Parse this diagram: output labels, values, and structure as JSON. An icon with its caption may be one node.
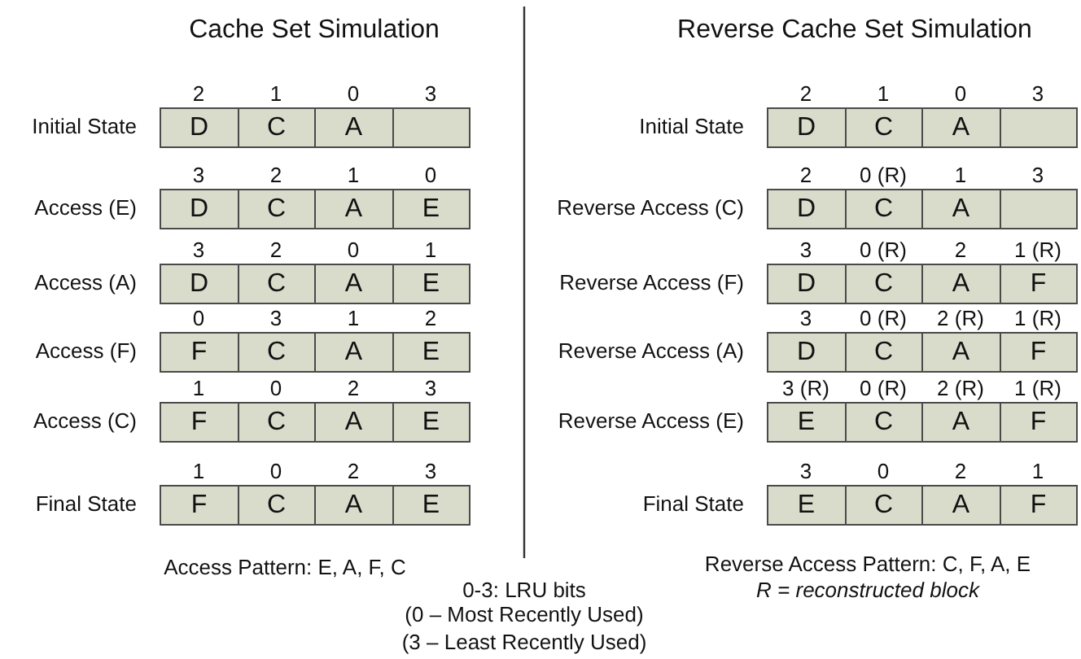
{
  "diagram": {
    "nodes": [
      {
        "text": [
          "D"
        ],
        "beside": [
          "2"
        ]
      },
      {
        "text": [
          "C"
        ],
        "beside": [
          "1"
        ]
      },
      {
        "text": [
          "A"
        ],
        "beside": [
          "0"
        ]
      },
      {
        "text": [],
        "shape": "box",
        "beside": [
          "3"
        ]
      },
      {
        "text": [
          "D"
        ],
        "beside": [
          "2"
        ]
      },
      {
        "text": [
          "C"
        ],
        "beside": [
          "1"
        ]
      },
      {
        "text": [
          "A"
        ],
        "beside": [
          "0"
        ]
      },
      {
        "text": [],
        "shape": "box",
        "beside": [
          "3"
        ]
      },
      {
        "text": [
          "D"
        ],
        "beside": [
          "3"
        ]
      },
      {
        "text": [
          "C"
        ],
        "beside": [
          "2"
        ]
      },
      {
        "text": [
          "A"
        ],
        "beside": [
          "1"
        ]
      },
      {
        "text": [
          "E"
        ],
        "beside": [
          "0"
        ]
      },
      {
        "text": [
          "D"
        ],
        "beside": [
          "2"
        ]
      },
      {
        "text": [
          "C"
        ],
        "beside": [
          "0 (R)"
        ]
      },
      {
        "text": [
          "A"
        ],
        "beside": [
          "1"
        ]
      },
      {
        "text": [],
        "shape": "box",
        "beside": [
          "3"
        ]
      },
      {
        "text": [
          "D"
        ],
        "beside": [
          "3"
        ]
      },
      {
        "text": [
          "C"
        ],
        "beside": [
          "2"
        ]
      },
      {
        "text": [
          "A"
        ],
        "beside": [
          "0"
        ]
      },
      {
        "text": [
          "E"
        ],
        "beside": [
          "1"
        ]
      },
      {
        "text": [
          "D"
        ],
        "beside": [
          "3"
        ]
      },
      {
        "text": [
          "C"
        ],
        "beside": [
          "0 (R)"
        ]
      },
      {
        "text": [
          "A"
        ],
        "beside": [
          "2"
        ]
      },
      {
        "text": [
          "F"
        ],
        "beside": [
          "1 (R)"
        ]
      },
      {
        "text": [
          "F"
        ],
        "beside": [
          "0"
        ]
      },
      {
        "text": [
          "C"
        ],
        "beside": [
          "3"
        ]
      },
      {
        "text": [
          "A"
        ],
        "beside": [
          "1"
        ]
      },
      {
        "text": [
          "E"
        ],
        "beside": [
          "2"
        ]
      },
      {
        "text": [
          "D"
        ],
        "beside": [
          "3"
        ]
      },
      {
        "text": [
          "C"
        ],
        "beside": [
          "0 (R)"
        ]
      },
      {
        "text": [
          "A"
        ],
        "beside": [
          "2 (R)"
        ]
      },
      {
        "text": [
          "F"
        ],
        "beside": [
          "1 (R)"
        ]
      },
      {
        "text": [
          "F"
        ],
        "beside": [
          "1"
        ]
      },
      {
        "text": [
          "C"
        ],
        "beside": [
          "0"
        ]
      },
      {
        "text": [
          "A"
        ],
        "beside": [
          "2"
        ]
      },
      {
        "text": [
          "E"
        ],
        "beside": [
          "3"
        ]
      },
      {
        "text": [
          "E"
        ],
        "beside": [
          "3 (R)"
        ]
      },
      {
        "text": [
          "C"
        ],
        "beside": [
          "0 (R)"
        ]
      },
      {
        "text": [
          "A"
        ],
        "beside": [
          "2 (R)"
        ]
      },
      {
        "text": [
          "F"
        ],
        "beside": [
          "1 (R)"
        ]
      },
      {
        "text": [
          "F"
        ],
        "beside": [
          "1"
        ]
      },
      {
        "text": [
          "C"
        ],
        "beside": [
          "0"
        ]
      },
      {
        "text": [
          "A"
        ],
        "beside": [
          "2"
        ]
      },
      {
        "text": [
          "E"
        ],
        "beside": [
          "3"
        ]
      },
      {
        "text": [
          "E"
        ],
        "beside": [
          "3"
        ]
      },
      {
        "text": [
          "C"
        ],
        "beside": [
          "0"
        ]
      },
      {
        "text": [
          "A"
        ],
        "beside": [
          "2"
        ]
      },
      {
        "text": [
          "F"
        ],
        "beside": [
          "1"
        ]
      }
    ],
    "labels": [
      "Cache Set Simulation",
      "Reverse Cache Set Simulation",
      "Initial State",
      "Initial State",
      "Access (E)",
      "Reverse Access (C)",
      "Access (A)",
      "Reverse Access (F)",
      "Access (F)",
      "Reverse Access (A)",
      "Access (C)",
      "Reverse Access (E)",
      "Final State",
      "Final State",
      "Access Pattern: E, A, F, C",
      "Reverse Access Pattern: C, F, A, E",
      "0-3: LRU bits",
      "R = reconstructed block",
      "(0 – Most Recently Used)",
      "(3 – Least Recently Used)"
    ]
  }
}
